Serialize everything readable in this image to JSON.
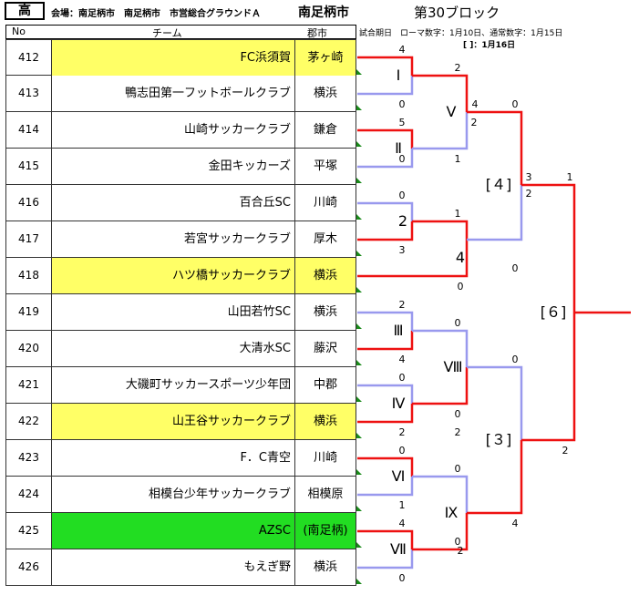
{
  "header": {
    "grade": "高",
    "venue": "会場：南足柄市　南足柄市　市営総合グラウンドＡ",
    "city": "南足柄市",
    "block": "第30ブロック",
    "dates": "試合期日　ローマ数字：1月10日、通常数字：1月15日",
    "bracket_note": "[ ]：1月16日"
  },
  "columns": {
    "no": "No",
    "team": "チーム",
    "city": "郡市"
  },
  "rows": [
    {
      "no": "412",
      "team": "FC浜須賀",
      "city": "茅ヶ崎",
      "hl": "yellow"
    },
    {
      "no": "413",
      "team": "鴨志田第一フットボールクラブ",
      "city": "横浜",
      "hl": ""
    },
    {
      "no": "414",
      "team": "山崎サッカークラブ",
      "city": "鎌倉",
      "hl": ""
    },
    {
      "no": "415",
      "team": "金田キッカーズ",
      "city": "平塚",
      "hl": ""
    },
    {
      "no": "416",
      "team": "百合丘SC",
      "city": "川崎",
      "hl": ""
    },
    {
      "no": "417",
      "team": "若宮サッカークラブ",
      "city": "厚木",
      "hl": ""
    },
    {
      "no": "418",
      "team": "ハツ橋サッカークラブ",
      "city": "横浜",
      "hl": "yellow"
    },
    {
      "no": "419",
      "team": "山田若竹SC",
      "city": "横浜",
      "hl": ""
    },
    {
      "no": "420",
      "team": "大清水SC",
      "city": "藤沢",
      "hl": ""
    },
    {
      "no": "421",
      "team": "大磯町サッカースポーツ少年団",
      "city": "中郡",
      "hl": ""
    },
    {
      "no": "422",
      "team": "山王谷サッカークラブ",
      "city": "横浜",
      "hl": "yellow"
    },
    {
      "no": "423",
      "team": "F．C青空",
      "city": "川崎",
      "hl": ""
    },
    {
      "no": "424",
      "team": "相模台少年サッカークラブ",
      "city": "相模原",
      "hl": ""
    },
    {
      "no": "425",
      "team": "AZSC",
      "city": "(南足柄)",
      "hl": "green"
    },
    {
      "no": "426",
      "team": "もえぎ野",
      "city": "横浜",
      "hl": ""
    }
  ],
  "bracket": {
    "match_labels": [
      "Ⅰ",
      "Ⅱ",
      "2",
      "4",
      "Ⅴ",
      "Ⅲ",
      "Ⅳ",
      "Ⅷ",
      "Ⅵ",
      "Ⅶ",
      "Ⅸ",
      "[４]",
      "[３]",
      "[６]"
    ],
    "scores": [
      "4",
      "0",
      "5",
      "0",
      "0",
      "3",
      "2",
      "4",
      "0",
      "2",
      "0",
      "4",
      "2",
      "1",
      "0",
      "0",
      "0",
      "4",
      "2",
      "1",
      "0",
      "1",
      "2",
      "0",
      "3",
      "0",
      "2",
      "1",
      "0",
      "4",
      "2",
      "0",
      "0",
      "2"
    ],
    "colors": {
      "win": "#ee1111",
      "lose": "#9999ee"
    }
  }
}
